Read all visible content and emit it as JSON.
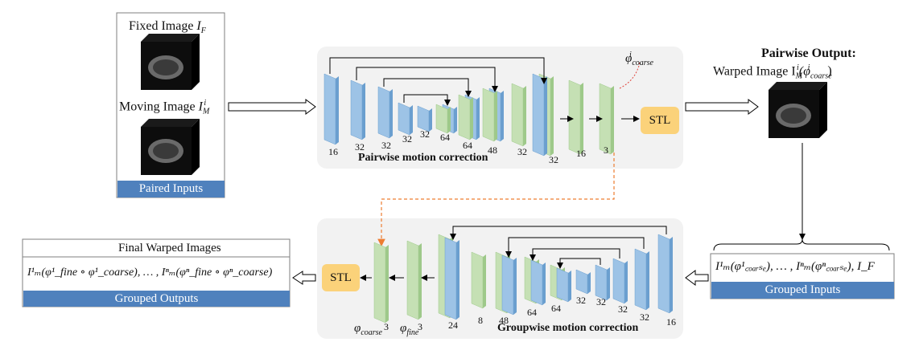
{
  "paired_inputs": {
    "fixed_label": "Fixed Image",
    "fixed_sym": "I",
    "fixed_sub": "F",
    "moving_label": "Moving Image",
    "moving_sym": "I",
    "moving_sub": "M",
    "moving_sup": "i",
    "caption": "Paired Inputs"
  },
  "pairwise": {
    "title": "Pairwise motion correction",
    "phi_label": "φ",
    "phi_sub": "coarse",
    "phi_sup": "i",
    "stl": "STL",
    "channels": [
      "16",
      "32",
      "32",
      "32",
      "32",
      "64",
      "64",
      "48",
      "32",
      "32",
      "16",
      "3"
    ]
  },
  "pairwise_output": {
    "title": "Pairwise Output:",
    "line": "Warped Image I",
    "line_sub": "M",
    "line_sup": "i",
    "line_paren": "(φ",
    "line_paren_sub": "coarse",
    "line_paren_sup": "i",
    "line_close": ")"
  },
  "groupwise": {
    "title": "Groupwise motion correction",
    "stl": "STL",
    "phi_coarse": "φ",
    "phi_coarse_sub": "coarse",
    "phi_fine": "φ",
    "phi_fine_sub": "fine",
    "channels": [
      "3",
      "3",
      "24",
      "8",
      "48",
      "64",
      "64",
      "32",
      "32",
      "32",
      "32",
      "16"
    ]
  },
  "grouped_inputs": {
    "formula": "I¹ₘ(φ¹꜀ₒₐᵣₛₑ), … , Iⁿₘ(φⁿ꜀ₒₐᵣₛₑ), I_F",
    "caption": "Grouped Inputs"
  },
  "grouped_outputs": {
    "title": "Final Warped Images",
    "formula": "I¹ₘ(φ¹_fine ∘ φ¹_coarse), … , Iⁿₘ(φⁿ_fine ∘ φⁿ_coarse)",
    "caption": "Grouped  Outputs"
  },
  "colors": {
    "blue": "#9dc3e6",
    "green": "#c5e0b4",
    "stl": "#fbd27a",
    "panel": "#f2f2f2",
    "label_bg": "#4f81bd",
    "dashed": "#ed7d31"
  }
}
